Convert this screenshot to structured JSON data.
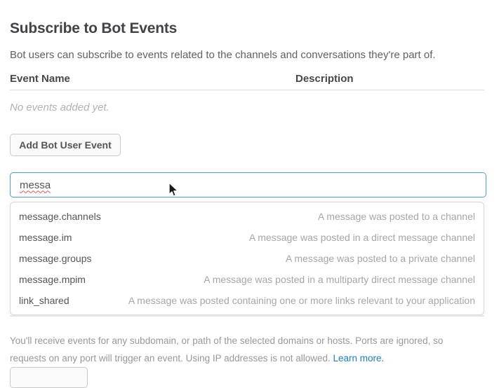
{
  "page": {
    "title": "Subscribe to Bot Events",
    "subtitle": "Bot users can subscribe to events related to the channels and conversations they're part of."
  },
  "events_table": {
    "columns": [
      "Event Name",
      "Description"
    ],
    "empty_message": "No events added yet."
  },
  "buttons": {
    "add_bot_user_event": "Add Bot User Event"
  },
  "event_search": {
    "value": "messa",
    "suggestions": [
      {
        "name": "message.channels",
        "description": "A message was posted to a channel"
      },
      {
        "name": "message.im",
        "description": "A message was posted in a direct message channel"
      },
      {
        "name": "message.groups",
        "description": "A message was posted to a private channel"
      },
      {
        "name": "message.mpim",
        "description": "A message was posted in a multiparty direct message channel"
      },
      {
        "name": "link_shared",
        "description": "A message was posted containing one or more links relevant to your application"
      }
    ]
  },
  "footer_note": {
    "line1": "You'll receive events for any subdomain, or path of the selected domains or hosts. Ports are ignored, so",
    "line2": "requests on any port will trigger an event. Using IP addresses is not allowed.",
    "link": "Learn more."
  },
  "colors": {
    "input_focus_border": "#4a9fd8",
    "link_blue": "#1a7cc7",
    "heading_text": "#434347",
    "muted_text": "#95989c",
    "spellcheck_red": "#e05252"
  }
}
